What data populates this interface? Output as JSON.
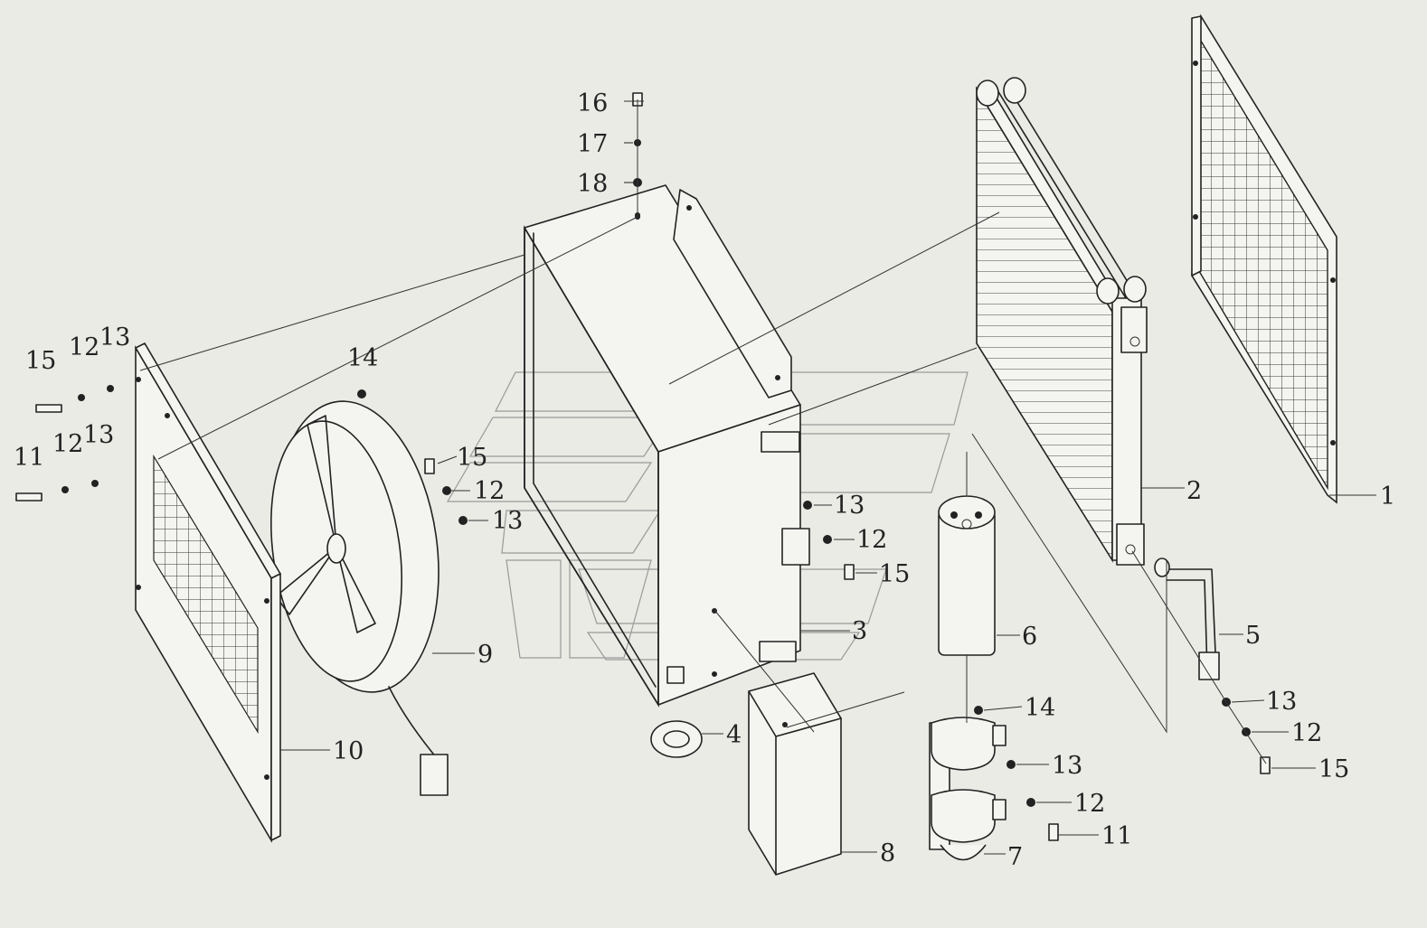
{
  "diagram": {
    "part_labels": [
      {
        "id": "lbl-16",
        "text": "16"
      },
      {
        "id": "lbl-17",
        "text": "17"
      },
      {
        "id": "lbl-18",
        "text": "18"
      },
      {
        "id": "lbl-15-left-top",
        "text": "15"
      },
      {
        "id": "lbl-12-left-top",
        "text": "12"
      },
      {
        "id": "lbl-13-left-top",
        "text": "13"
      },
      {
        "id": "lbl-14-fan",
        "text": "14"
      },
      {
        "id": "lbl-11-left-bottom",
        "text": "11"
      },
      {
        "id": "lbl-12-left-bottom",
        "text": "12"
      },
      {
        "id": "lbl-13-left-bottom",
        "text": "13"
      },
      {
        "id": "lbl-15-mid",
        "text": "15"
      },
      {
        "id": "lbl-12-mid",
        "text": "12"
      },
      {
        "id": "lbl-13-mid",
        "text": "13"
      },
      {
        "id": "lbl-13-housing",
        "text": "13"
      },
      {
        "id": "lbl-12-housing",
        "text": "12"
      },
      {
        "id": "lbl-15-housing",
        "text": "15"
      },
      {
        "id": "lbl-3",
        "text": "3"
      },
      {
        "id": "lbl-9",
        "text": "9"
      },
      {
        "id": "lbl-10",
        "text": "10"
      },
      {
        "id": "lbl-4",
        "text": "4"
      },
      {
        "id": "lbl-8",
        "text": "8"
      },
      {
        "id": "lbl-6",
        "text": "6"
      },
      {
        "id": "lbl-14-bracket",
        "text": "14"
      },
      {
        "id": "lbl-13-bracket",
        "text": "13"
      },
      {
        "id": "lbl-12-bracket",
        "text": "12"
      },
      {
        "id": "lbl-11-bracket",
        "text": "11"
      },
      {
        "id": "lbl-7",
        "text": "7"
      },
      {
        "id": "lbl-2",
        "text": "2"
      },
      {
        "id": "lbl-1",
        "text": "1"
      },
      {
        "id": "lbl-5",
        "text": "5"
      },
      {
        "id": "lbl-13-pipe",
        "text": "13"
      },
      {
        "id": "lbl-12-pipe",
        "text": "12"
      },
      {
        "id": "lbl-15-pipe",
        "text": "15"
      }
    ],
    "colors": {
      "line": "#222222",
      "background": "#e9ebe4",
      "watermark": "#9a9a9a"
    }
  }
}
